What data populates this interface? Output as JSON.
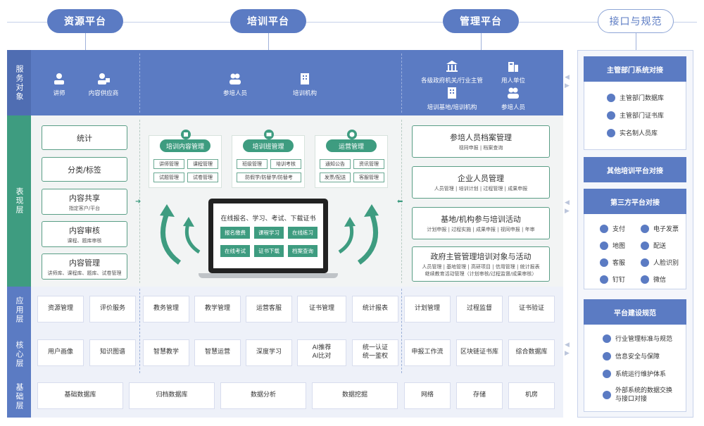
{
  "top_platforms": {
    "resource": "资源平台",
    "training": "培训平台",
    "management": "管理平台",
    "interface": "接口与规范"
  },
  "layers": {
    "service": "服务对象",
    "presentation": "表现层",
    "application": "应用层",
    "core": "核心层",
    "base": "基础层"
  },
  "service_objects": {
    "lecturer": "讲师",
    "content_supplier": "内容供应商",
    "trainee": "参培人员",
    "training_org": "培训机构",
    "gov": "各级政府机关/行业主管",
    "employer": "用人单位",
    "base_org": "培训基地/培训机构",
    "trainee2": "参培人员"
  },
  "left_boxes": [
    {
      "title": "统计",
      "sub": ""
    },
    {
      "title": "分类/标签",
      "sub": ""
    },
    {
      "title": "内容共享",
      "sub": "指定客户/平台"
    },
    {
      "title": "内容审核",
      "sub": "课程、题库审核"
    },
    {
      "title": "内容管理",
      "sub": "讲师库、课程库、题库、试卷管理"
    }
  ],
  "cloud_cards": [
    {
      "title": "培训内容管理",
      "items": [
        "讲师管理",
        "课程管理",
        "试题管理",
        "试卷管理"
      ]
    },
    {
      "title": "培训班管理",
      "items": [
        "班级管理",
        "培训考核",
        "防假学/防替学/防替考"
      ]
    },
    {
      "title": "运营管理",
      "items": [
        "通知公告",
        "资讯管理",
        "发票/配送",
        "客服管理"
      ]
    }
  ],
  "laptop": {
    "title": "在线报名、学习、考试、下载证书",
    "buttons": [
      "报名缴费",
      "课程学习",
      "在线练习",
      "在线考试",
      "证书下载",
      "档案查询"
    ]
  },
  "right_boxes": [
    {
      "title": "参培人员档案管理",
      "sub": "视同申报 | 档案查询"
    },
    {
      "title": "企业人员管理",
      "sub": "人员管理 | 培训计划 | 过程管理 | 成果申报"
    },
    {
      "title": "基地/机构参与培训活动",
      "sub": "计划申报 | 过程实施 | 成果申报 | 视同申报 | 年审"
    },
    {
      "title": "政府主管管理培训对象与活动",
      "sub": "人员管理 | 基地管理 | 高研项目 | 信用管理 | 统计报表",
      "sub2": "继续教育活动管理（计划审核/过程监督/成果审核）"
    }
  ],
  "app_layer": [
    "资源管理",
    "评价服务",
    "教务管理",
    "教学管理",
    "运营客服",
    "证书管理",
    "统计报表",
    "计划管理",
    "过程监督",
    "证书验证"
  ],
  "core_layer": [
    "用户画像",
    "知识图谱",
    "智慧教学",
    "智慧运营",
    "深度学习",
    "AI推荐\nAI比对",
    "统一认证\n统一鉴权",
    "申报工作流",
    "区块链证书库",
    "综合数据库"
  ],
  "base_layer": [
    "基础数据库",
    "归档数据库",
    "数据分析",
    "数据挖掘",
    "网络",
    "存储",
    "机房"
  ],
  "right_panel": {
    "dept": {
      "title": "主管部门系统对接",
      "items": [
        "主管部门数据库",
        "主管部门证书库",
        "实名制人员库"
      ]
    },
    "other": {
      "title": "其他培训平台对接"
    },
    "third": {
      "title": "第三方平台对接",
      "items": [
        "支付",
        "电子发票",
        "地图",
        "配送",
        "客服",
        "人脸识别",
        "钉钉",
        "微信"
      ]
    },
    "norm": {
      "title": "平台建设规范",
      "items": [
        "行业管理标准与规范",
        "信息安全与保障",
        "系统运行维护体系",
        "外部系统的数据交换\n与接口对接"
      ]
    }
  },
  "colors": {
    "blue": "#5b7bc3",
    "green": "#3e9c80",
    "band_light": "#eef1f9"
  }
}
